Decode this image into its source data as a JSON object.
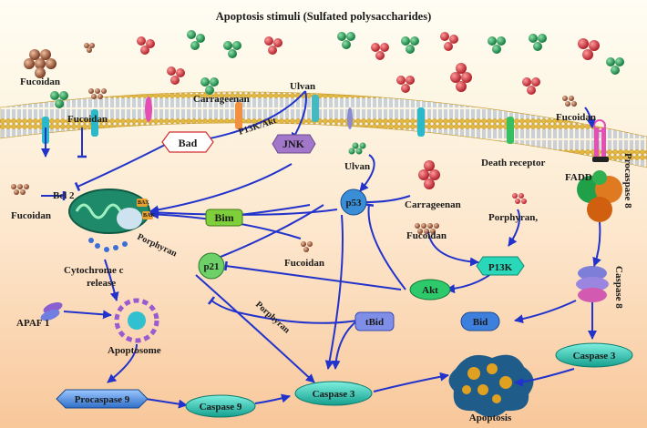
{
  "title": "Apoptosis stimuli (Sulfated polysaccharides)",
  "labels": {
    "fucoidan": "Fucoidan",
    "carrageenan": "Carrageenan",
    "ulvan": "Ulvan",
    "porphyran": "Porphyran",
    "porphyran_comma": "Porphyran,",
    "pi3k_akt": "P13K/Akt",
    "death_receptor": "Death receptor",
    "fadd": "FADD",
    "procaspase8": "Procaspase 8",
    "caspase8": "Caspase 8",
    "bcl2": "Bcl 2",
    "bax": "BAX",
    "bak": "BAK",
    "cytochrome_line1": "Cytochrome c",
    "cytochrome_line2": "release",
    "apaf1": "APAF 1",
    "apoptosome": "Apoptosome",
    "apoptosis": "Apoptosis"
  },
  "nodes": {
    "bad": "Bad",
    "jnk": "JNK",
    "bim": "Bim",
    "p53": "p53",
    "p21": "p21",
    "pi3k": "P13K",
    "akt": "Akt",
    "bid": "Bid",
    "tbid": "tBid",
    "procaspase9": "Procaspase 9",
    "caspase9": "Caspase 9",
    "caspase3_center": "Caspase 3",
    "caspase3_right": "Caspase 3"
  },
  "colors": {
    "arrow": "#2233cc",
    "membrane_head": "#e8c040",
    "membrane_tail": "#3a78c8",
    "caspase_teal": "#2fbfae",
    "procaspase_blue": "#4f8fe0",
    "bim_green": "#7ecf3a",
    "p53_blue": "#3a8ed8",
    "akt_green": "#2ec96a",
    "pi3k_teal": "#28d8b8",
    "bid_blue": "#3d7fdd",
    "jnk_purple": "#a277c9",
    "molecule_red": "#d9393f",
    "molecule_green": "#1f9a52",
    "molecule_brown": "#9a5a3c"
  },
  "icons": [
    "molecule-cluster-icon",
    "receptor-icon",
    "mitochondrion-icon",
    "apoptosome-icon",
    "apoptotic-cell-icon",
    "fadd-receptor-icon",
    "caspase8-icon",
    "apaf1-icon"
  ]
}
